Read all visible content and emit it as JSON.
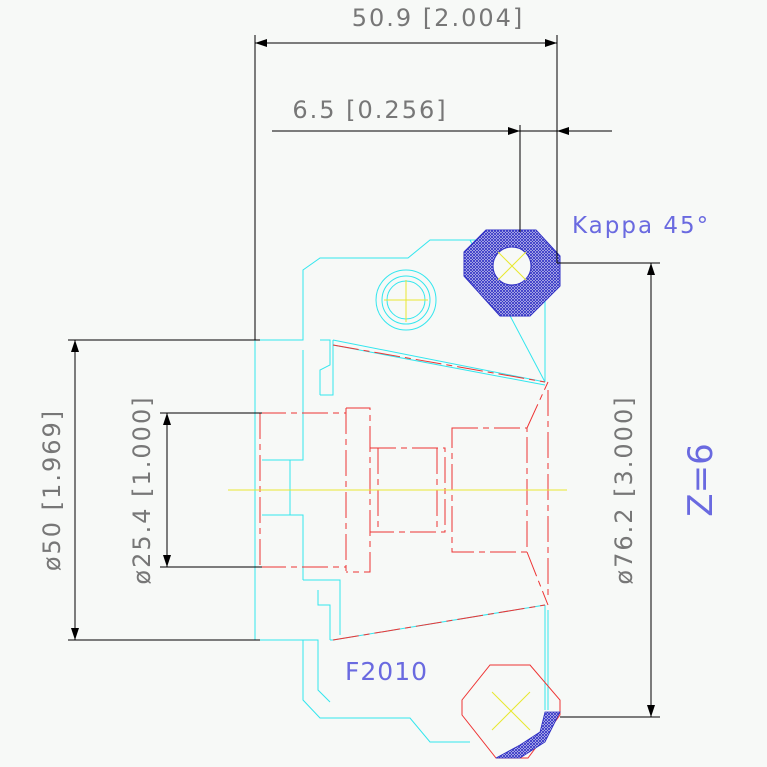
{
  "dimensions": {
    "overall_width": "50.9 [2.004]",
    "insert_offset": "6.5 [0.256]",
    "shank_diameter": "ø50 [1.969]",
    "bore_diameter": "ø25.4 [1.000]",
    "cutter_diameter": "ø76.2 [3.000]"
  },
  "labels": {
    "lead_angle": "Kappa 45°",
    "teeth": "Z=6",
    "insert_code": "F2010"
  },
  "colors": {
    "background": "#f7f9f7",
    "outline": "#33e6ee",
    "hidden": "#ee3333",
    "centerline": "#e8e830",
    "insert_hatch": "#3030c8",
    "annotation": "#6a6ae0",
    "dimension_text": "#777777"
  }
}
